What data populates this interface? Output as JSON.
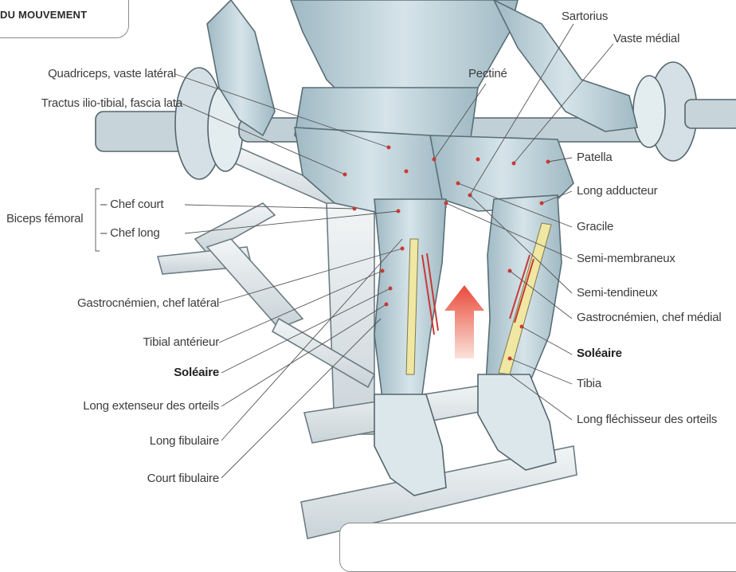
{
  "header": {
    "title": "DU MOUVEMENT"
  },
  "labels": {
    "quadriceps": "Quadriceps, vaste latéral",
    "tractus": "Tractus ilio-tibial, fascia lata",
    "chef_court": "– Chef court",
    "chef_long": "– Chef long",
    "biceps": "Biceps fémoral",
    "gastro_lat": "Gastrocnémien, chef latéral",
    "tibial_ant": "Tibial antérieur",
    "soleaire_left": "Soléaire",
    "long_ext": "Long extenseur des orteils",
    "long_fib": "Long fibulaire",
    "court_fib": "Court fibulaire",
    "sartorius": "Sartorius",
    "vaste_medial": "Vaste médial",
    "pectine": "Pectiné",
    "patella": "Patella",
    "long_add": "Long adducteur",
    "gracile": "Gracile",
    "semi_memb": "Semi-membraneux",
    "semi_tend": "Semi-tendineux",
    "gastro_med": "Gastrocnémien, chef médial",
    "soleaire_right": "Soléaire",
    "tibia": "Tibia",
    "long_flech": "Long fléchisseur des orteils"
  },
  "colors": {
    "muscle_red": "#d8362f",
    "arrow_top": "#e94a3a",
    "arrow_bottom": "#f6c8b8",
    "body_blue": "#b7cdd6",
    "bone_yellow": "#f0e7a0"
  }
}
